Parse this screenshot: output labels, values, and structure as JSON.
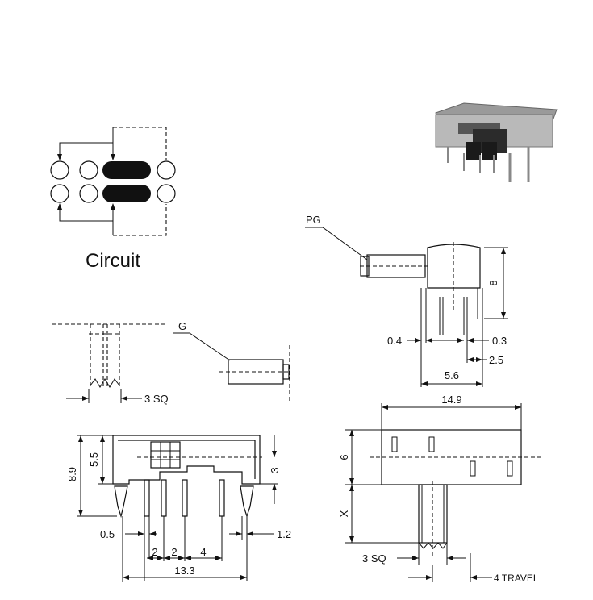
{
  "circuit": {
    "label": "Circuit"
  },
  "labels": {
    "pg": "PG",
    "g": "G",
    "sq_left": "3 SQ",
    "sq_bottom": "3 SQ",
    "travel": "4 TRAVEL"
  },
  "dims": {
    "h_8_9": "8.9",
    "h_5_5": "5.5",
    "h_3": "3",
    "d_0_5": "0.5",
    "d_1_2": "1.2",
    "p1": "2",
    "p2": "2",
    "p3": "4",
    "w_13_3": "13.3",
    "w_14_9": "14.9",
    "h_6": "6",
    "h_x": "X",
    "h_8": "8",
    "d_0_4": "0.4",
    "d_0_3": "0.3",
    "d_2_5": "2.5",
    "w_5_6": "5.6"
  },
  "colors": {
    "ink": "#111111",
    "body_gray": "#b9b9b9",
    "actuator_dark": "#2b2b2b"
  }
}
